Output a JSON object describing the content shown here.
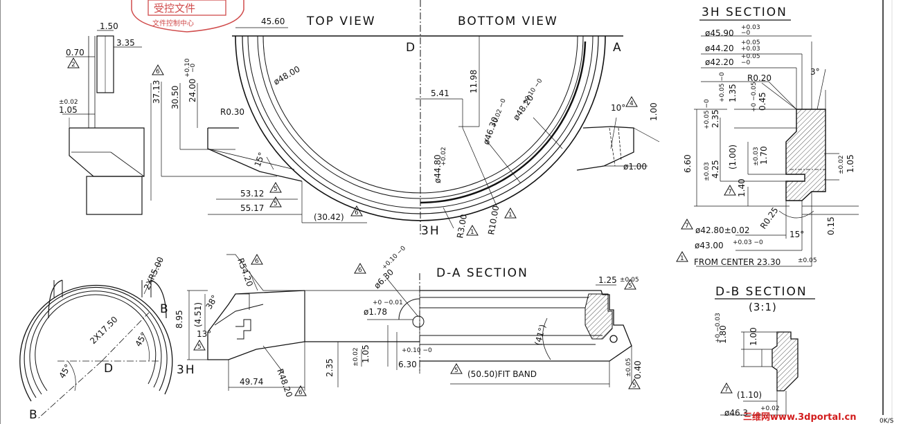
{
  "stamp": {
    "line1": "受控文件",
    "line2": "文件控制中心"
  },
  "views": {
    "top_view": "TOP VIEW",
    "bottom_view": "BOTTOM VIEW",
    "section_3h": "3H SECTION",
    "section_da": "D-A SECTION",
    "section_db": "D-B SECTION",
    "scale_db": "(3:1)"
  },
  "markers": {
    "d1": "D",
    "a1": "A",
    "h1": "3H",
    "h2": "3H",
    "b1": "B",
    "b2": "B",
    "d2": "D"
  },
  "flags": {
    "f2": "2",
    "f6a": "6",
    "f5a": "5",
    "f5b": "5",
    "f6b": "6",
    "f1a": "1",
    "f1b": "1",
    "f4": "4",
    "f7a": "7",
    "f7b": "7",
    "f1c": "1",
    "f6c": "6",
    "f5c": "5",
    "f6d": "6",
    "f5d": "5",
    "f5e": "5",
    "f6e": "6",
    "f5f": "5",
    "f7c": "7"
  },
  "dims": {
    "d150": "1.50",
    "d335": "3.35",
    "d070": "0.70",
    "tol002a": "±0.02",
    "d105a": "1.05",
    "d3713": "37.13",
    "d3050": "30.50",
    "d2400": "24.00",
    "tol24p": "+0.10",
    "tol24m": "−0",
    "r030": "R0.30",
    "a15": "15°",
    "d5312": "53.12",
    "d5517": "55.17",
    "d3042": "(30.42)",
    "d4560": "45.60",
    "phi4800": "ø48.00",
    "d541": "5.41",
    "d1198": "11.98",
    "phi4480": "ø44.80",
    "tol4480": "+0.02",
    "phi4630": "ø46.30",
    "tol4630": "+0.02 −0",
    "phi4820": "ø48.20",
    "tol4820": "+0.10 −0",
    "r300": "R3.00",
    "r1000": "R10.00",
    "a10": "10°",
    "d100a": "1.00",
    "phi100": "ø1.00",
    "phi4590": "ø45.90",
    "t4590p": "+0.03",
    "t4590m": "−0",
    "phi4420": "ø44.20",
    "t4420p": "+0.05",
    "t4420m": "+0.03",
    "phi4220": "ø42.20",
    "t4220p": "+0.05",
    "t4220m": "−0",
    "r020": "R0.20",
    "a3": "3°",
    "d135": "1.35",
    "t135": "+0.05 −0",
    "d045": "0.45",
    "t045": "+0 −0.05",
    "d235a": "2.35",
    "t235": "+0.05 −0",
    "d660": "6.60",
    "d425": "4.25",
    "tol003a": "±0.03",
    "d100b": "(1.00)",
    "d170": "1.70",
    "tol003b": "±0.03",
    "d105b": "1.05",
    "tol002b": "±0.02",
    "d140": "1.40",
    "r025": "R0.25",
    "a15b": "15°",
    "d015": "0.15",
    "phi4280": "ø42.80±0.02",
    "phi4300": "ø43.00",
    "t4300": "+0.03 −0",
    "fromcenter": "FROM CENTER 23.30",
    "tolfc": "±0.05",
    "r54": "R54.20",
    "a38": "38°",
    "d451": "(4.51)",
    "d895": "8.95",
    "a13": "13°",
    "d4974": "49.74",
    "r48": "R48.20",
    "d235b": "2.35",
    "d105c": "1.05",
    "tol002c": "±0.02",
    "d630a": "6.30",
    "tol630": "+0.10 −0",
    "phi178": "ø1.78",
    "t178": "+0 −0.01",
    "phi630": "ø6.30",
    "t630b": "+0.10 −0",
    "d125": "1.25",
    "tol005a": "±0.05",
    "a41": "(41°)",
    "d040": "0.40",
    "tol005b": "±0.05",
    "fitband": "(50.50)FIT BAND",
    "dxr5": "2XR5.00",
    "d2x1750": "2X17.50",
    "a45a": "45°",
    "a45b": "45°",
    "d180": "1.80",
    "t180": "+0 −0.03",
    "d100c": "1.00",
    "d110": "(1.10)",
    "phi463": "ø46.3",
    "t463": "+0.02"
  },
  "watermark": {
    "text": "三维网www.3dportal.cn",
    "rate": "0K/S"
  }
}
